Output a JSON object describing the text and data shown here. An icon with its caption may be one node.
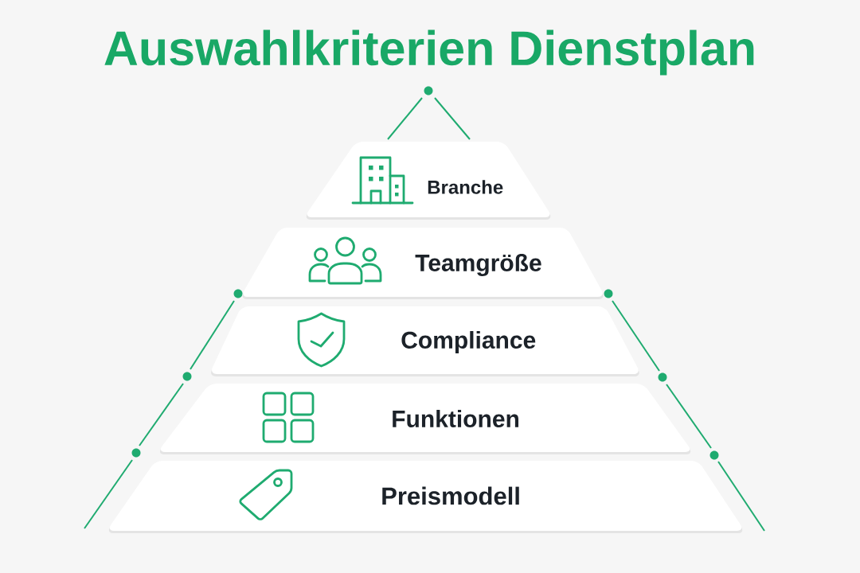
{
  "diagram": {
    "title": "Auswahlkriterien Dienstplan",
    "nodes": [
      {
        "text": [
          "Branche"
        ]
      },
      {
        "text": [
          "Teamgröße"
        ]
      },
      {
        "text": [
          "Compliance"
        ]
      },
      {
        "text": [
          "Funktionen"
        ]
      },
      {
        "text": [
          "Preismodell"
        ]
      }
    ]
  }
}
